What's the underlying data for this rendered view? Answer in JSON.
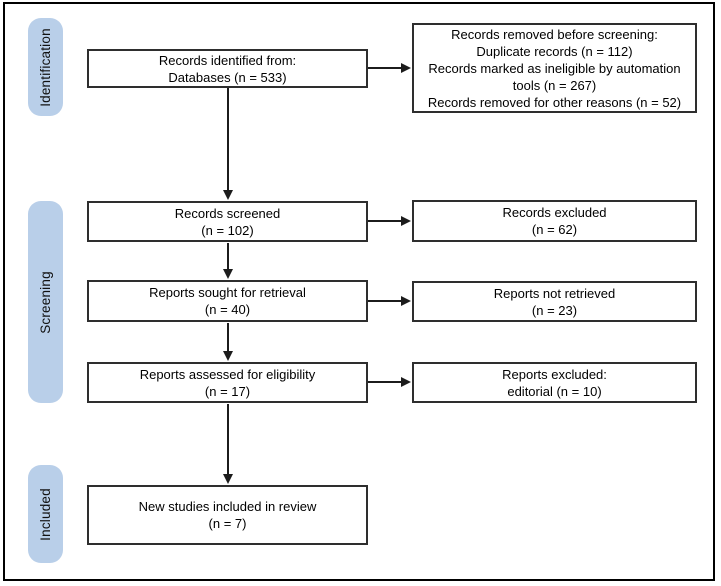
{
  "stages": [
    {
      "label": "Identification"
    },
    {
      "label": "Screening"
    },
    {
      "label": "Included"
    }
  ],
  "boxes": {
    "identified": {
      "lines": [
        "Records identified from:",
        "Databases (n = 533)"
      ]
    },
    "removed_before_screening": {
      "lines": [
        "Records removed before screening:",
        "Duplicate records (n = 112)",
        "Records marked as ineligible by automation",
        "tools (n = 267)",
        "Records removed for other reasons (n = 52)"
      ]
    },
    "screened": {
      "lines": [
        "Records screened",
        "(n = 102)"
      ]
    },
    "records_excluded": {
      "lines": [
        "Records excluded",
        "(n = 62)"
      ]
    },
    "sought": {
      "lines": [
        "Reports sought for retrieval",
        "(n = 40)"
      ]
    },
    "not_retrieved": {
      "lines": [
        "Reports not retrieved",
        "(n = 23)"
      ]
    },
    "assessed": {
      "lines": [
        "Reports assessed for eligibility",
        "(n = 17)"
      ]
    },
    "reports_excluded": {
      "lines": [
        "Reports excluded:",
        "editorial (n = 10)"
      ]
    },
    "included": {
      "lines": [
        "New studies included in review",
        "(n = 7)"
      ]
    }
  },
  "colors": {
    "stage_pill_fill": "#b9cfe9",
    "box_border": "#2e2e2e",
    "box_fill": "#ffffff",
    "arrow": "#1c1c1c",
    "outer_border": "#000000",
    "background": "#ffffff",
    "text": "#000000"
  }
}
